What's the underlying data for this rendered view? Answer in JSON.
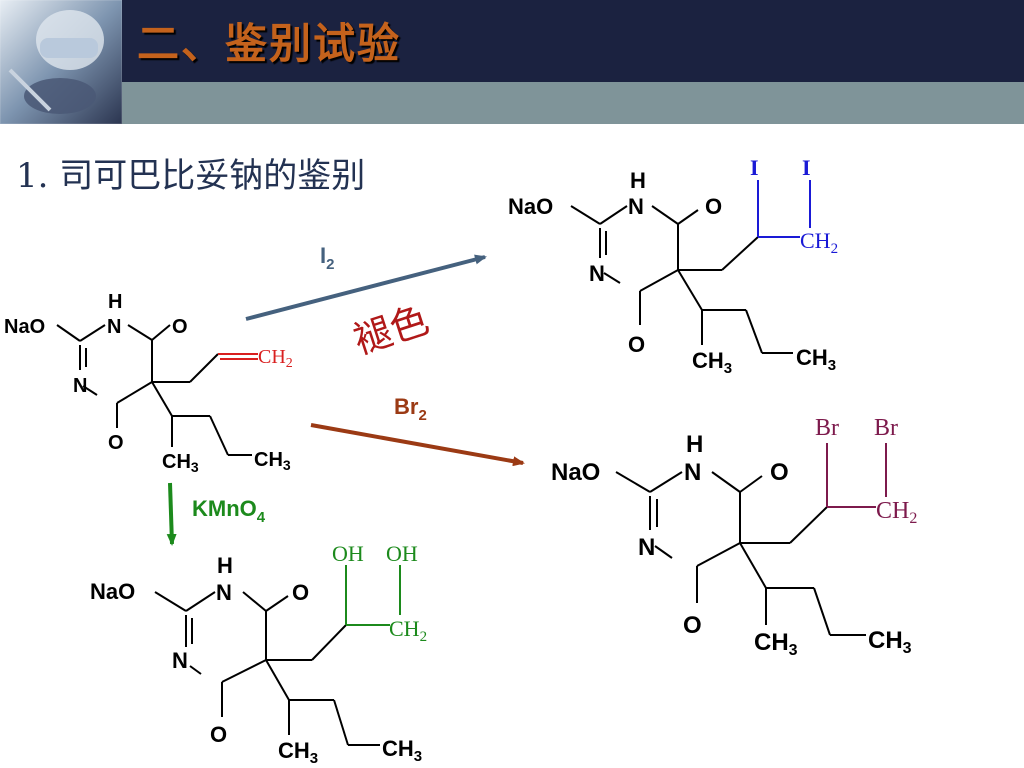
{
  "header": {
    "title": "二、鉴别试验",
    "image_label": "laboratory photo"
  },
  "section": {
    "heading": "1. 司可巴比妥钠的鉴别"
  },
  "reagents": {
    "iodine": "I",
    "iodine_sub": "2",
    "bromine": "Br",
    "bromine_sub": "2",
    "kmno4_main": "KMnO",
    "kmno4_sub": "4",
    "observation": "褪色"
  },
  "atoms": {
    "NaO": "NaO",
    "N": "N",
    "H": "H",
    "O": "O",
    "CH": "CH",
    "C": "C",
    "three": "3",
    "two": "2",
    "I": "I",
    "Br": "Br",
    "OH": "OH"
  },
  "colors": {
    "header_bg": "#1b2240",
    "band": "#7f9499",
    "title": "#c4621c",
    "heading": "#233252",
    "iodine": "#1a1ad6",
    "bromine": "#7d1a4c",
    "kmno4": "#1c8a1c",
    "alkene": "#d91f1f",
    "arrow_i2": "#45617e",
    "arrow_br2": "#9b3a14",
    "arrow_kmno4": "#1c8a1c",
    "observation": "#b01818"
  }
}
